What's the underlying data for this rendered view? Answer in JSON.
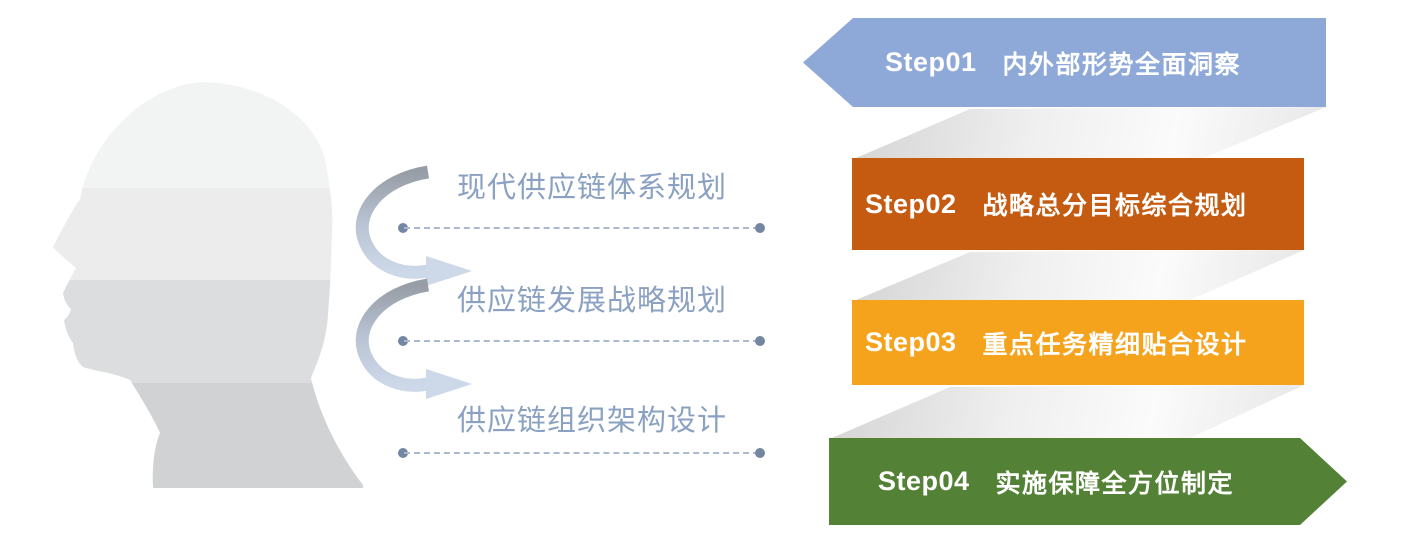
{
  "slide": {
    "background": "#ffffff",
    "description_graphics": {
      "head_icon": "human-head-profile-left-silhouette",
      "head_band_colors": [
        "#f2f3f3",
        "#ececec",
        "#dcddde",
        "#d1d2d3"
      ],
      "curved_arrow_icon": "curved-swoosh-arrow-down-right",
      "arrow_gradient": {
        "start": "#979da5",
        "mid": "#b7c2d3",
        "end": "#cdd8e9"
      },
      "connector_dot_color": "#7586a3",
      "connector_dash_color": "#aab9cf"
    }
  },
  "middle": {
    "text_color": "#8ba1c2",
    "items": [
      {
        "label": "现代供应链体系规划"
      },
      {
        "label": "供应链发展战略规划"
      },
      {
        "label": "供应链组织架构设计"
      }
    ]
  },
  "steps": [
    {
      "id": "Step01",
      "title": "内外部形势全面洞察",
      "color": "#8ea9d8",
      "shape": "arrow-left"
    },
    {
      "id": "Step02",
      "title": "战略总分目标综合规划",
      "color": "#c55a11",
      "shape": "rectangle"
    },
    {
      "id": "Step03",
      "title": "重点任务精细贴合设计",
      "color": "#f5a21c",
      "shape": "rectangle"
    },
    {
      "id": "Step04",
      "title": "实施保障全方位制定",
      "color": "#538135",
      "shape": "arrow-right"
    }
  ]
}
